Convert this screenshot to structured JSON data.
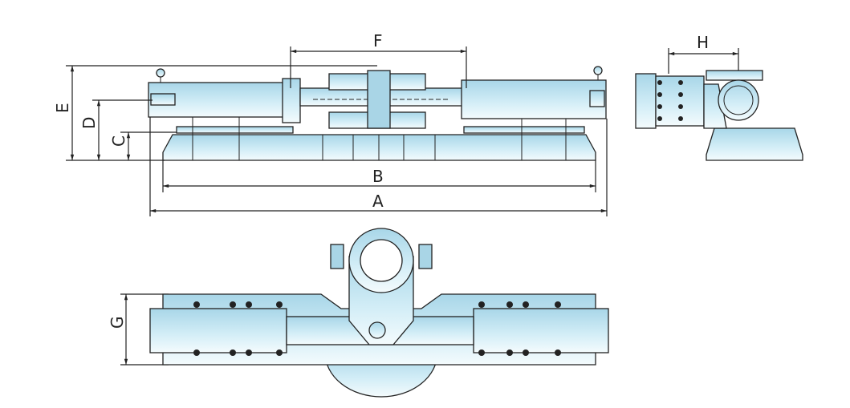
{
  "dimensions": {
    "A": "A",
    "B": "B",
    "C": "C",
    "D": "D",
    "E": "E",
    "F": "F",
    "G": "G",
    "H": "H"
  },
  "colors": {
    "body": "#bfe3f0",
    "line": "#222222"
  }
}
